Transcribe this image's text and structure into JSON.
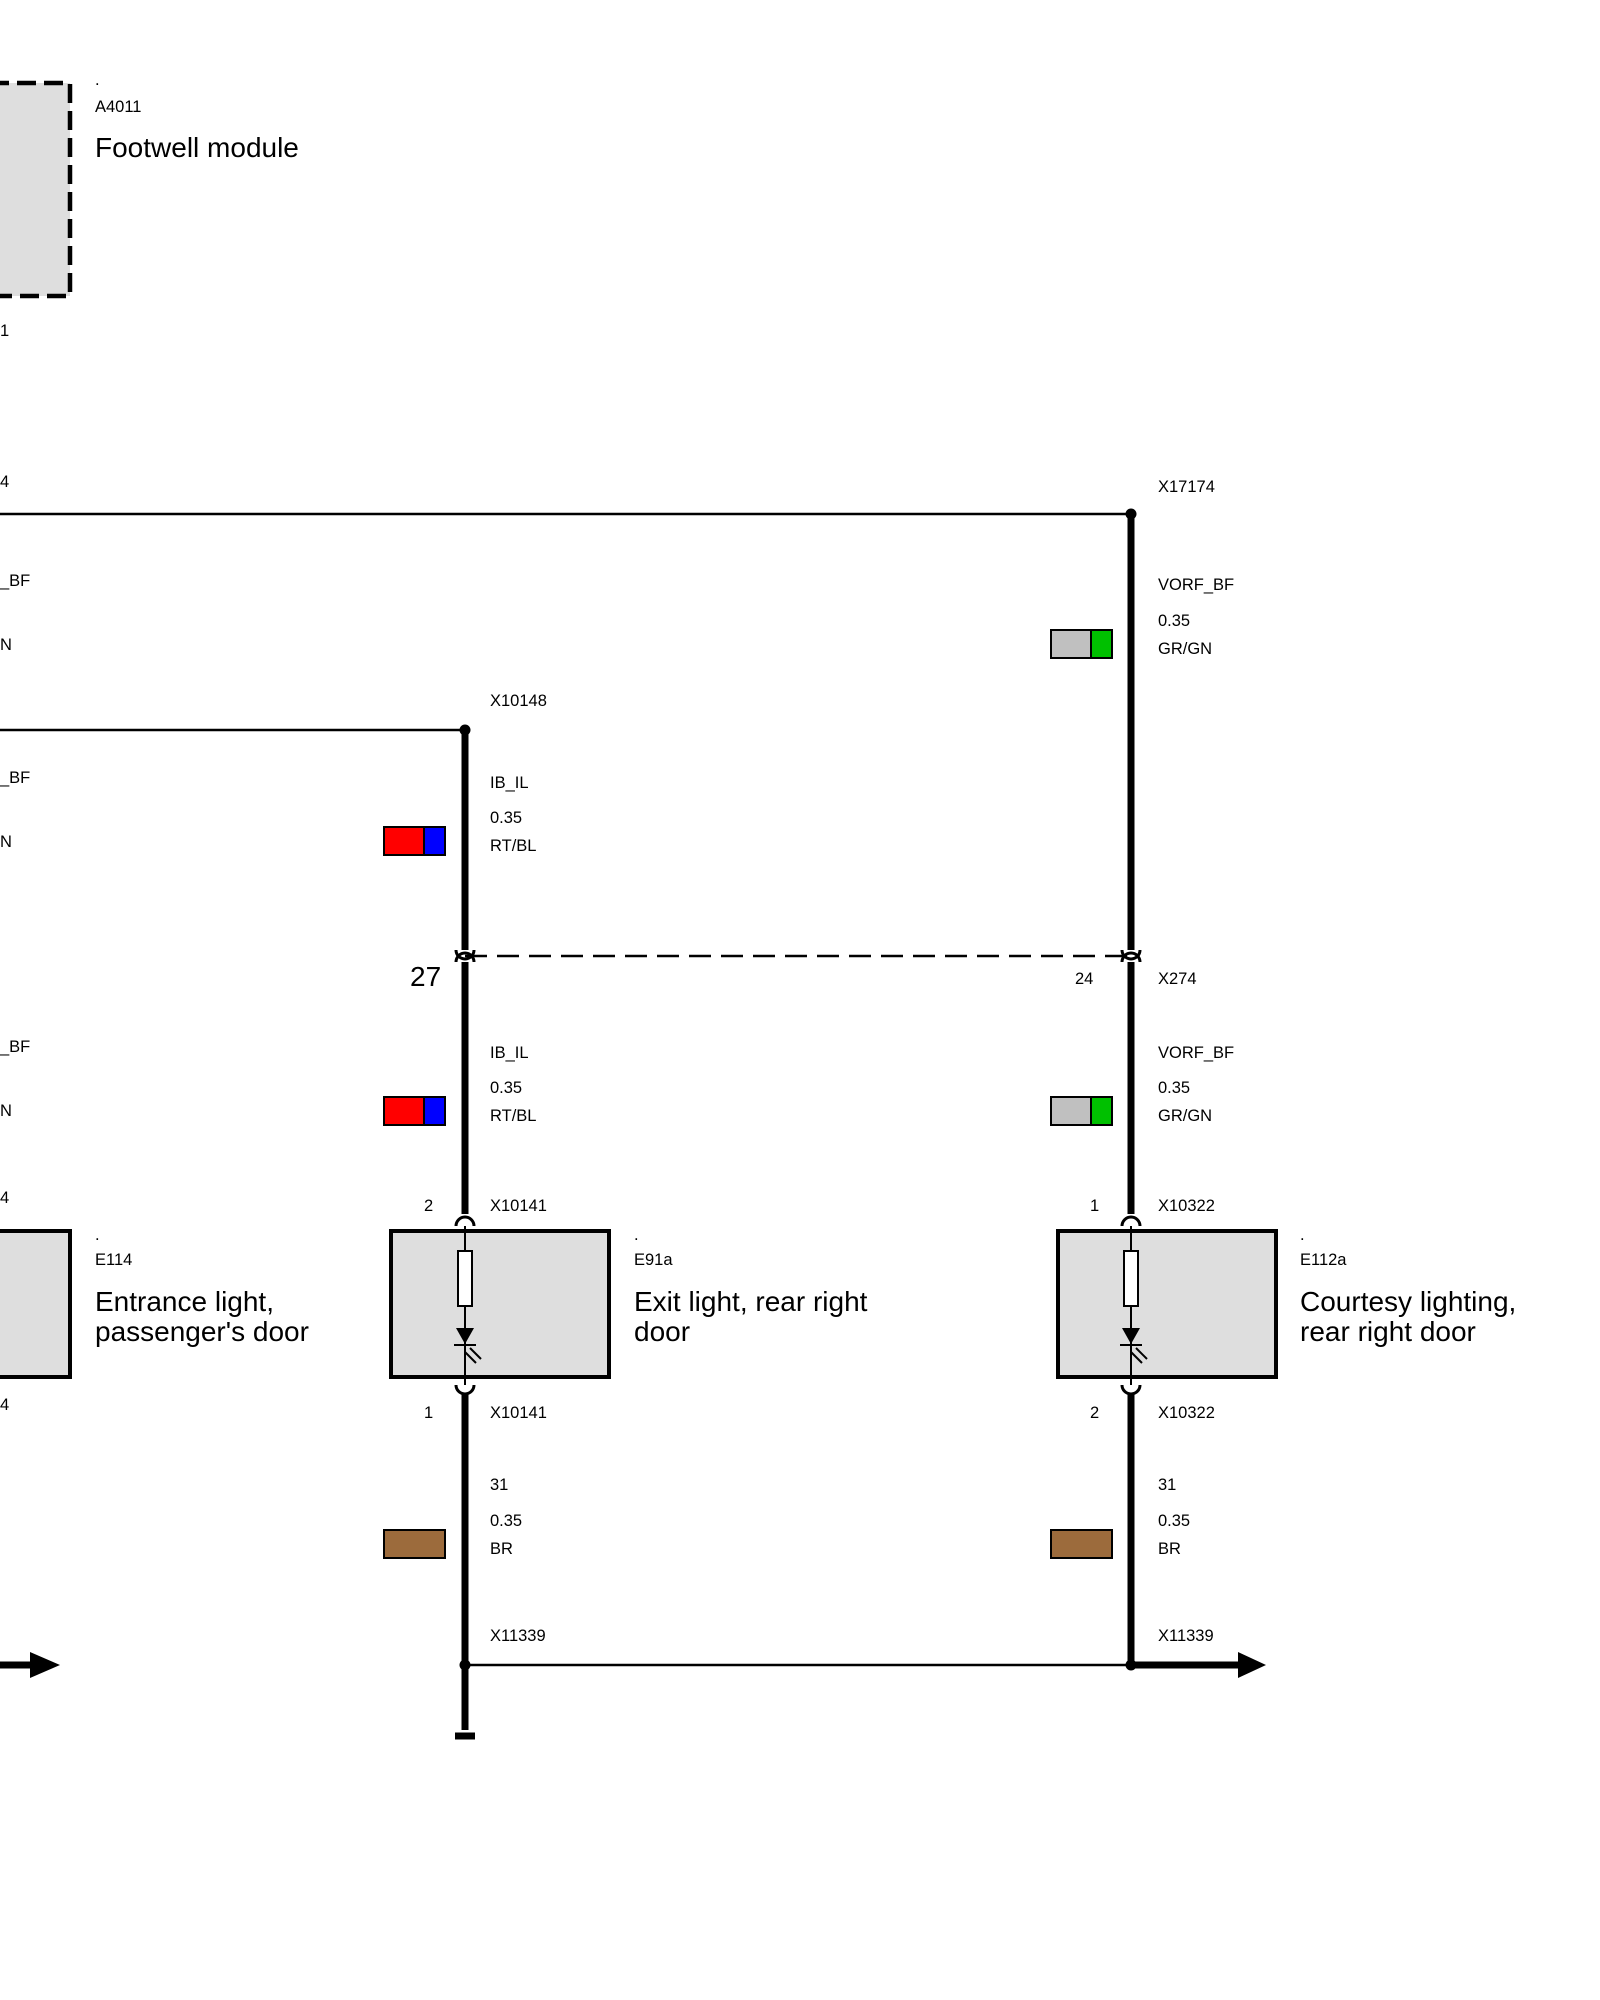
{
  "colors": {
    "module_fill": "#dedede",
    "wire_rt": "#ff0000",
    "wire_bl": "#0000ff",
    "wire_gr": "#c0c0c0",
    "wire_gn": "#00c000",
    "wire_br": "#9c6b3c"
  },
  "top_module": {
    "dot": ".",
    "id": "A4011",
    "name": "Footwell module",
    "pin_cut": "1"
  },
  "left_cut": {
    "conn_top": "4",
    "sig1": "_BF",
    "color1": "N",
    "sig2": "_BF",
    "color2": "N",
    "sig3": "_BF",
    "color3": "N",
    "pin_top": "4",
    "pin_bottom": "4"
  },
  "wire_mid_upper": {
    "connector": "X10148",
    "signal": "IB_IL",
    "gauge": "0.35",
    "color_code": "RT/BL"
  },
  "wire_right_upper": {
    "connector": "X17174",
    "signal": "VORF_BF",
    "gauge": "0.35",
    "color_code": "GR/GN"
  },
  "separation": {
    "pin_mid": "27",
    "pin_right": "24",
    "connector_right": "X274"
  },
  "wire_mid_lower": {
    "signal": "IB_IL",
    "gauge": "0.35",
    "color_code": "RT/BL"
  },
  "wire_right_lower": {
    "signal": "VORF_BF",
    "gauge": "0.35",
    "color_code": "GR/GN"
  },
  "comp_left": {
    "dot": ".",
    "id": "E114",
    "name_line1": "Entrance light,",
    "name_line2": "passenger's door"
  },
  "comp_mid": {
    "dot": ".",
    "id": "E91a",
    "name_line1": "Exit light, rear right",
    "name_line2": "door",
    "pin_in": "2",
    "conn_in": "X10141",
    "pin_out": "1",
    "conn_out": "X10141"
  },
  "comp_right": {
    "dot": ".",
    "id": "E112a",
    "name_line1": "Courtesy lighting,",
    "name_line2": "rear right door",
    "pin_in": "1",
    "conn_in": "X10322",
    "pin_out": "2",
    "conn_out": "X10322"
  },
  "ground_mid": {
    "signal": "31",
    "gauge": "0.35",
    "color_code": "BR",
    "connector": "X11339"
  },
  "ground_right": {
    "signal": "31",
    "gauge": "0.35",
    "color_code": "BR",
    "connector": "X11339"
  }
}
